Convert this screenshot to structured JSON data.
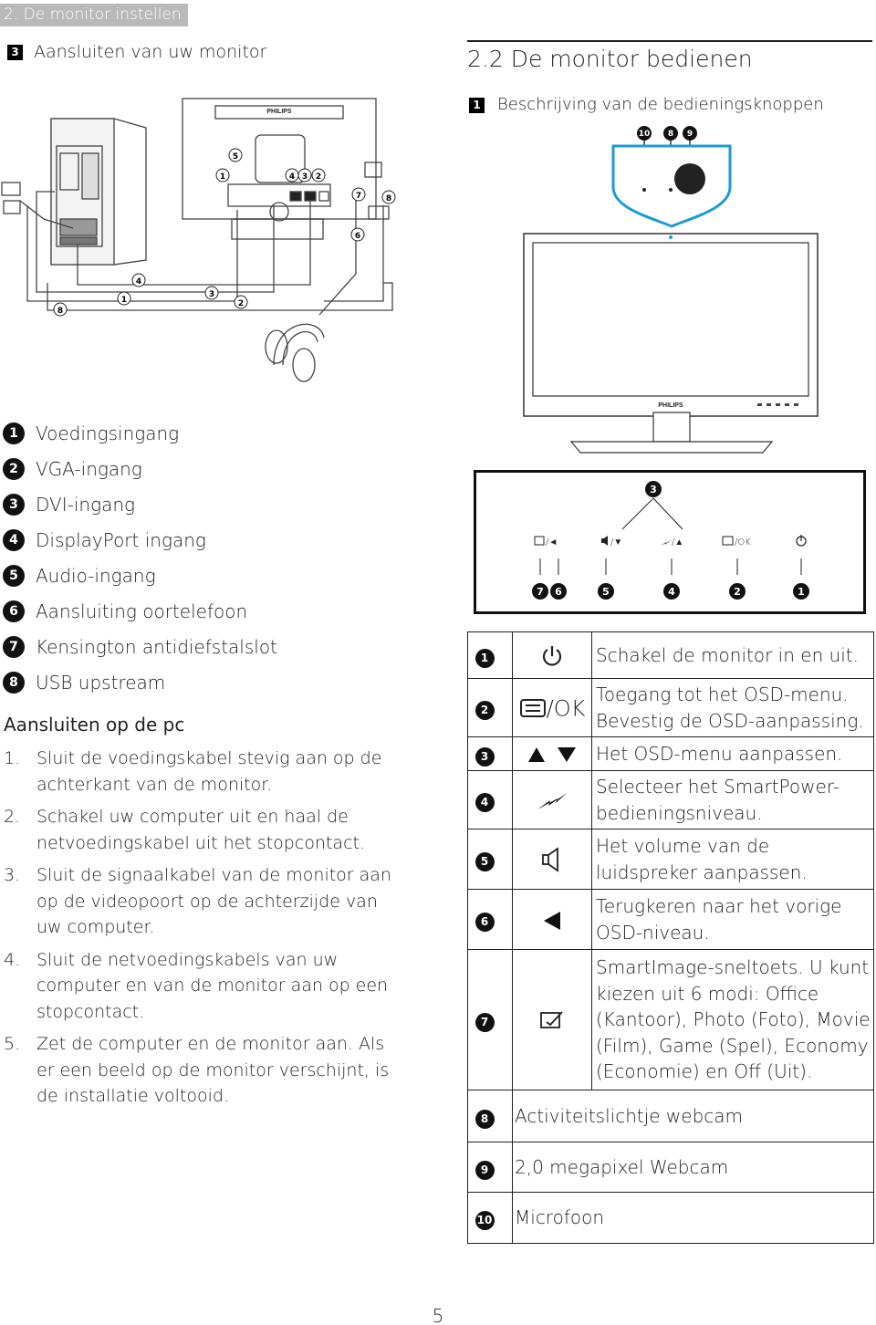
{
  "header": {
    "chapter": "2. De monitor instellen"
  },
  "left_section": {
    "num": "3",
    "title": "Aansluiten van uw monitor"
  },
  "right_section": {
    "title": "2.2 De monitor bedienen",
    "sub_num": "1",
    "subtitle": "Beschrijving van de bedieningsknoppen"
  },
  "connection_diagram": {
    "brand": "PHILIPS",
    "callouts": [
      "1",
      "2",
      "3",
      "4",
      "5",
      "6",
      "7",
      "8"
    ]
  },
  "monitor_diagram": {
    "brand": "PHILIPS",
    "top_callouts": [
      "10",
      "8",
      "9"
    ],
    "panel_callout": "3",
    "key_labels": [
      "/◄",
      "/▼",
      "/▲",
      "/OK"
    ],
    "key_callouts": [
      "7",
      "6",
      "5",
      "4",
      "2",
      "1"
    ]
  },
  "legend": [
    {
      "num": "1",
      "label": "Voedingsingang"
    },
    {
      "num": "2",
      "label": "VGA-ingang"
    },
    {
      "num": "3",
      "label": "DVI-ingang"
    },
    {
      "num": "4",
      "label": "DisplayPort ingang"
    },
    {
      "num": "5",
      "label": "Audio-ingang"
    },
    {
      "num": "6",
      "label": "Aansluiting oortelefoon"
    },
    {
      "num": "7",
      "label": "Kensington antidiefstalslot"
    },
    {
      "num": "8",
      "label": "USB upstream"
    }
  ],
  "pc_heading": "Aansluiten op de pc",
  "steps": [
    {
      "num": "1.",
      "text": "Sluit de voedingskabel stevig aan op de achterkant van de monitor."
    },
    {
      "num": "2.",
      "text": "Schakel uw computer uit en haal de netvoedingskabel uit het stopcontact."
    },
    {
      "num": "3.",
      "text": "Sluit de signaalkabel van de monitor aan op de videopoort op de achterzijde van uw computer."
    },
    {
      "num": "4.",
      "text": "Sluit de netvoedingskabels van uw computer en van de monitor aan op een stopcontact."
    },
    {
      "num": "5.",
      "text": "Zet de computer en de monitor aan. Als er een beeld op de monitor verschijnt, is de installatie voltooid."
    }
  ],
  "table": [
    {
      "num": "1",
      "icon": "power-icon",
      "text": "Schakel de monitor in en uit."
    },
    {
      "num": "2",
      "icon": "menu-ok-icon",
      "icon_text": "/OK",
      "text": "Toegang tot het OSD-menu. Bevestig de OSD-aanpassing."
    },
    {
      "num": "3",
      "icon": "up-down-icon",
      "text": "Het OSD-menu aanpassen."
    },
    {
      "num": "4",
      "icon": "smartpower-icon",
      "text": "Selecteer het SmartPower-bedieningsniveau."
    },
    {
      "num": "5",
      "icon": "speaker-icon",
      "text": "Het volume van de luidspreker aanpassen."
    },
    {
      "num": "6",
      "icon": "back-arrow-icon",
      "text": "Terugkeren naar het vorige OSD-niveau."
    },
    {
      "num": "7",
      "icon": "smartimage-icon",
      "text": "SmartImage-sneltoets. U kunt kiezen uit 6 modi: Office (Kantoor), Photo (Foto), Movie (Film), Game (Spel), Economy (Economie) en Off (Uit)."
    },
    {
      "num": "8",
      "text": "Activiteitslichtje webcam"
    },
    {
      "num": "9",
      "text": "2,0 megapixel Webcam"
    },
    {
      "num": "10",
      "text": "Microfoon"
    }
  ],
  "page_number": "5"
}
